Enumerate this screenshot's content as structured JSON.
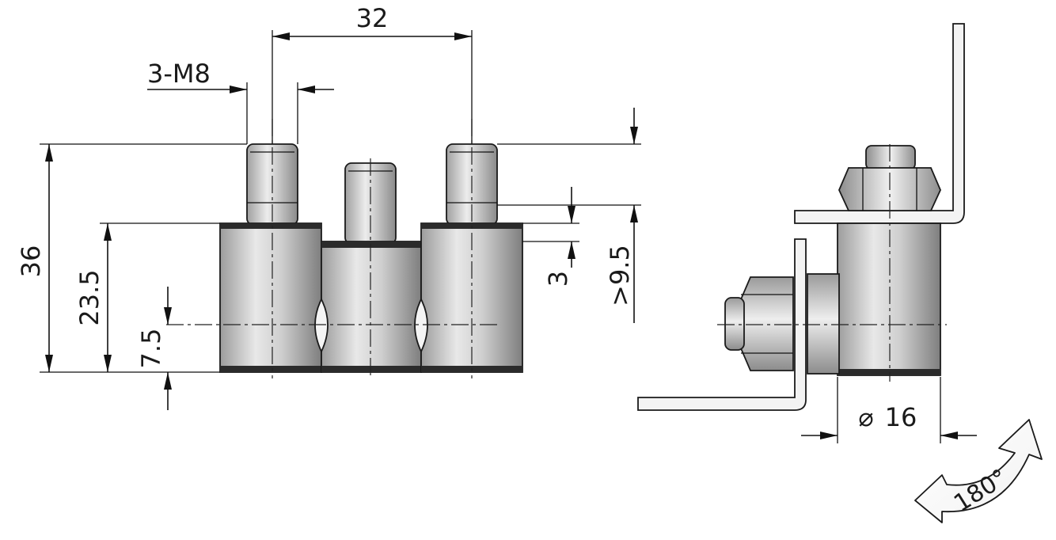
{
  "dimensions": {
    "pin_spacing": "32",
    "thread": "3-M8",
    "overall_height": "36",
    "body_height": "23.5",
    "slot_height": "7.5",
    "step": "3",
    "min_thread_length": ">9.5",
    "diameter": "16",
    "diameter_symbol": "⌀"
  },
  "rotation": {
    "angle_label": "180°"
  },
  "colors": {
    "line": "#111111",
    "metal_light": "#e4e4e4",
    "metal_dark": "#8a8a8a",
    "band": "#2b2b2b"
  }
}
